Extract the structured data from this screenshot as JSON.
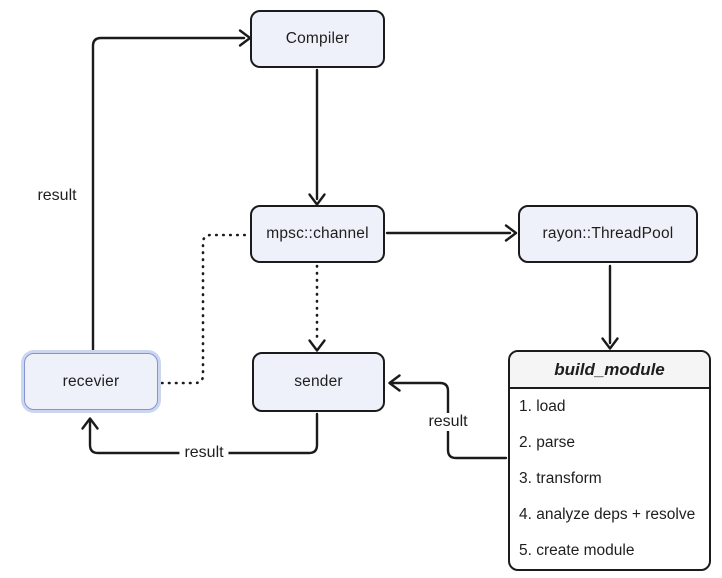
{
  "diagram": {
    "nodes": {
      "compiler": {
        "label": "Compiler"
      },
      "mpsc_channel": {
        "label": "mpsc::channel"
      },
      "rayon_threadpool": {
        "label": "rayon::ThreadPool"
      },
      "recevier": {
        "label": "recevier"
      },
      "sender": {
        "label": "sender"
      },
      "build_module": {
        "title": "build_module",
        "steps": [
          "1. load",
          "2. parse",
          "3. transform",
          "4. analyze deps + resolve",
          "5. create module"
        ]
      }
    },
    "edge_labels": {
      "recevier_to_compiler": "result",
      "sender_to_recevier": "result",
      "build_module_to_sender": "result"
    },
    "colors": {
      "background": "#ffffff",
      "node_fill": "#eef1f9",
      "node_border": "#1b1b1b",
      "arrow_stroke": "#1b1b1b",
      "text": "#1e1e1e",
      "selected_node_border": "#8296cd",
      "selected_node_glow": "#ccd6f1",
      "module_header_fill": "#f5f5f5",
      "module_body_fill": "#ffffff"
    }
  }
}
